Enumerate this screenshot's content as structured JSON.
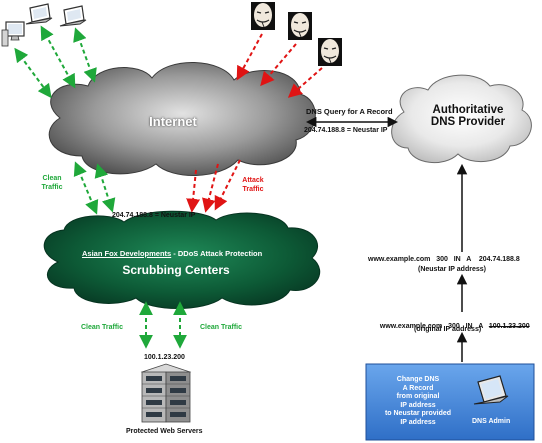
{
  "internet": {
    "label": "Internet"
  },
  "dns_provider": {
    "label_line1": "Authoritative",
    "label_line2": "DNS Provider"
  },
  "dns_query": {
    "label": "DNS Query for A Record",
    "result": "204.74.188.8 = Neustar IP"
  },
  "traffic": {
    "clean_top_line1": "Clean",
    "clean_top_line2": "Traffic",
    "attack_line1": "Attack",
    "attack_line2": "Traffic",
    "clean_bottom_left": "Clean Traffic",
    "clean_bottom_right": "Clean Traffic"
  },
  "neustar_ip_label": "204.74.188.8 = Neustar IP",
  "scrubbing": {
    "company": "Asian Fox Developments",
    "service": " - DDoS Attack Protection",
    "title": "Scrubbing Centers"
  },
  "server_ip": "100.1.23.200",
  "servers_label": "Protected Web Servers",
  "records": {
    "new_record": "www.example.com   300   IN   A    204.74.188.8",
    "new_note": "(Neustar IP address)",
    "old_record_prefix": "www.example.com   300   IN   A   ",
    "old_record_ip": "100.1.23.200",
    "old_note": "(original IP address)"
  },
  "admin_box": {
    "text_lines": [
      "Change DNS",
      "A Record",
      "from original",
      "IP address",
      "to Neustar provided",
      "IP address"
    ],
    "admin_label": "DNS Admin"
  },
  "icons": [
    "laptop-icon",
    "desktop-computer-icon",
    "anonymous-mask-icon",
    "server-rack-icon",
    "cloud-icon"
  ],
  "colors": {
    "clean": "#1fa83a",
    "attack": "#e01414",
    "internet_cloud": "#8a8a8a",
    "scrubbing_cloud": "#0f5f3a",
    "admin_box": "#4a86d6"
  }
}
